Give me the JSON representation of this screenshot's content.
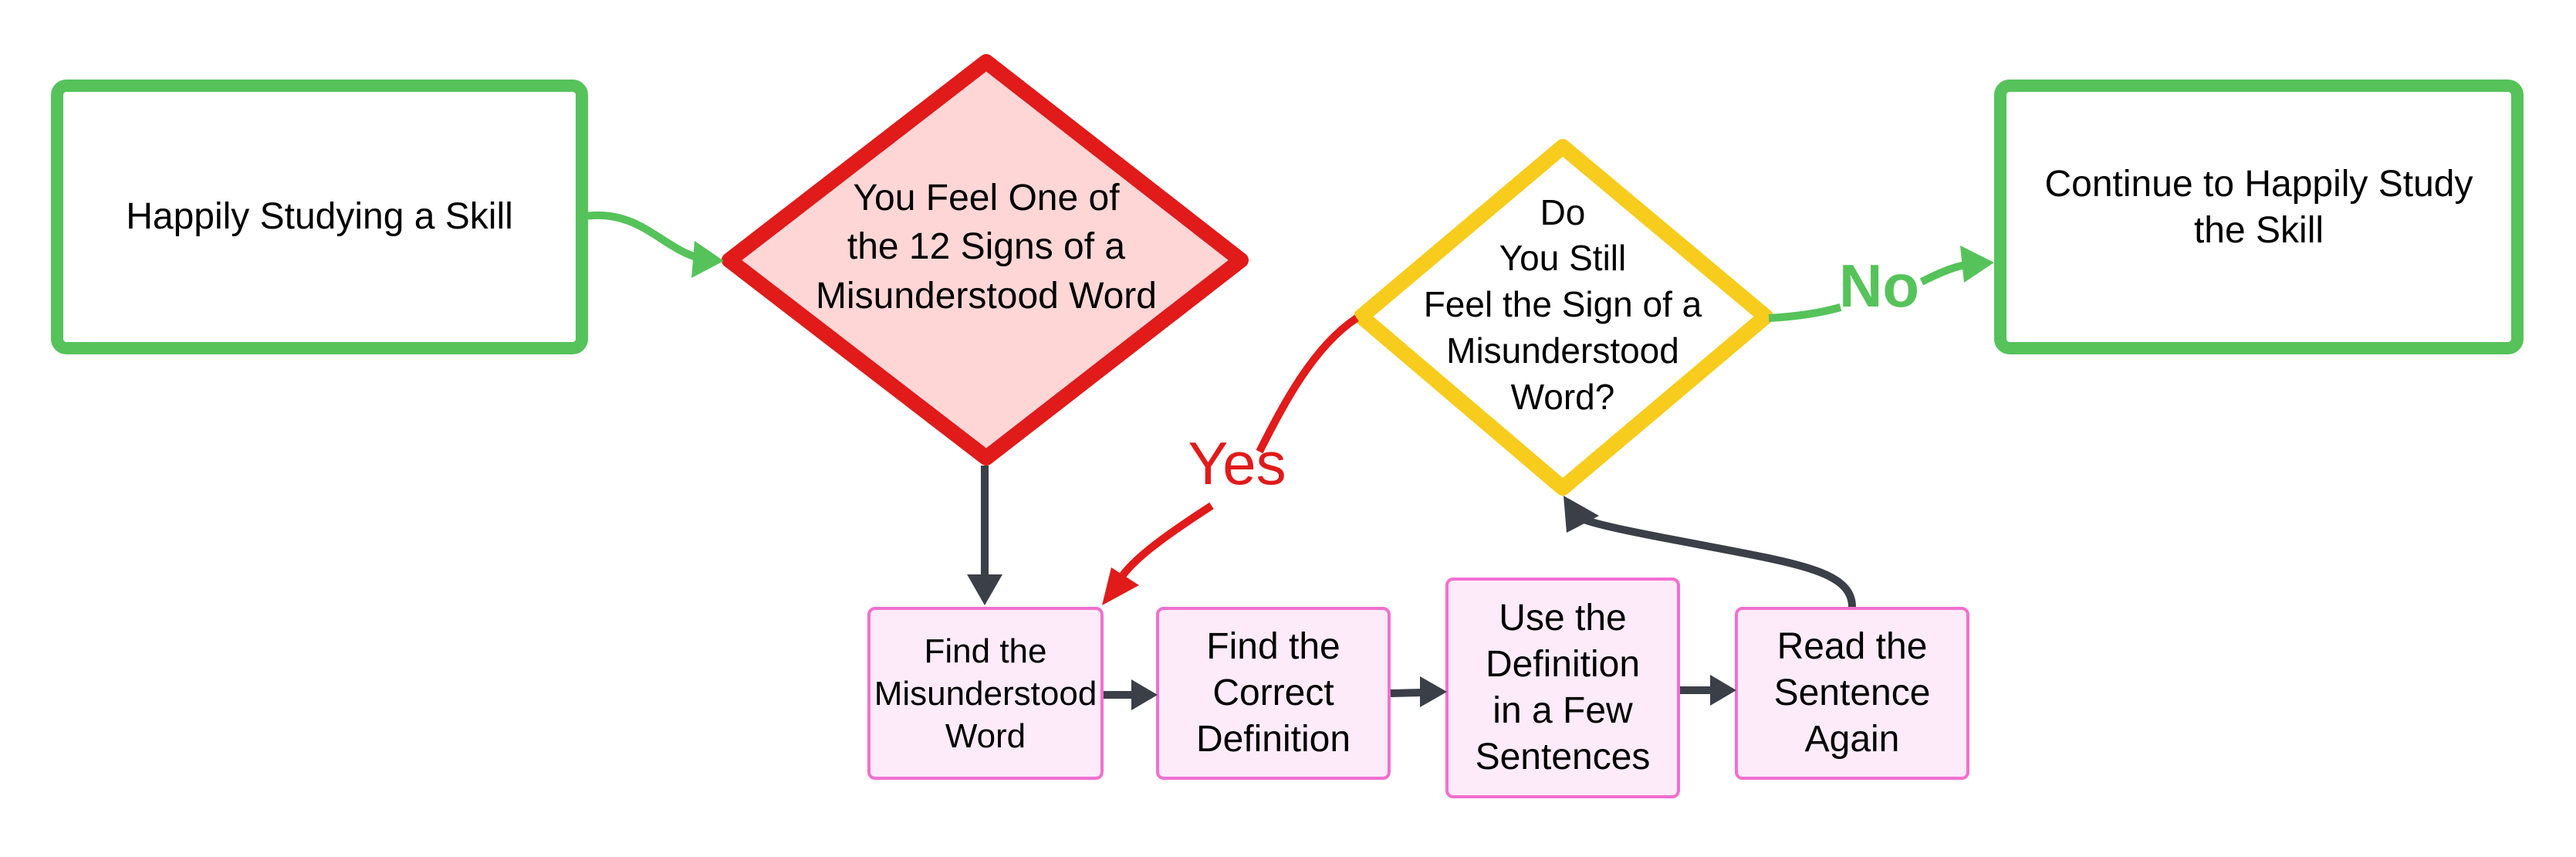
{
  "colors": {
    "green": "#55c35a",
    "red": "#e11a1a",
    "red_fill": "#ffd6d6",
    "yellow": "#f7cc1c",
    "pink_border": "#f26fcf",
    "pink_fill": "#fdebfa",
    "arrow_dark": "#3b3f47"
  },
  "nodes": {
    "start": {
      "text": "Happily Studying a Skill"
    },
    "signs": {
      "text": "You Feel One of\nthe 12 Signs of a\nMisunderstood Word"
    },
    "still": {
      "text": "Do\nYou Still\nFeel the Sign of a\nMisunderstood\nWord?"
    },
    "continue": {
      "text": "Continue to Happily Study\nthe Skill"
    },
    "find_word": {
      "text": "Find the\nMisunderstood\nWord"
    },
    "find_def": {
      "text": "Find the\nCorrect\nDefinition"
    },
    "use_def": {
      "text": "Use the\nDefinition\nin a Few\nSentences"
    },
    "reread": {
      "text": "Read the\nSentence\nAgain"
    }
  },
  "edges": {
    "yes_label": "Yes",
    "no_label": "No"
  }
}
